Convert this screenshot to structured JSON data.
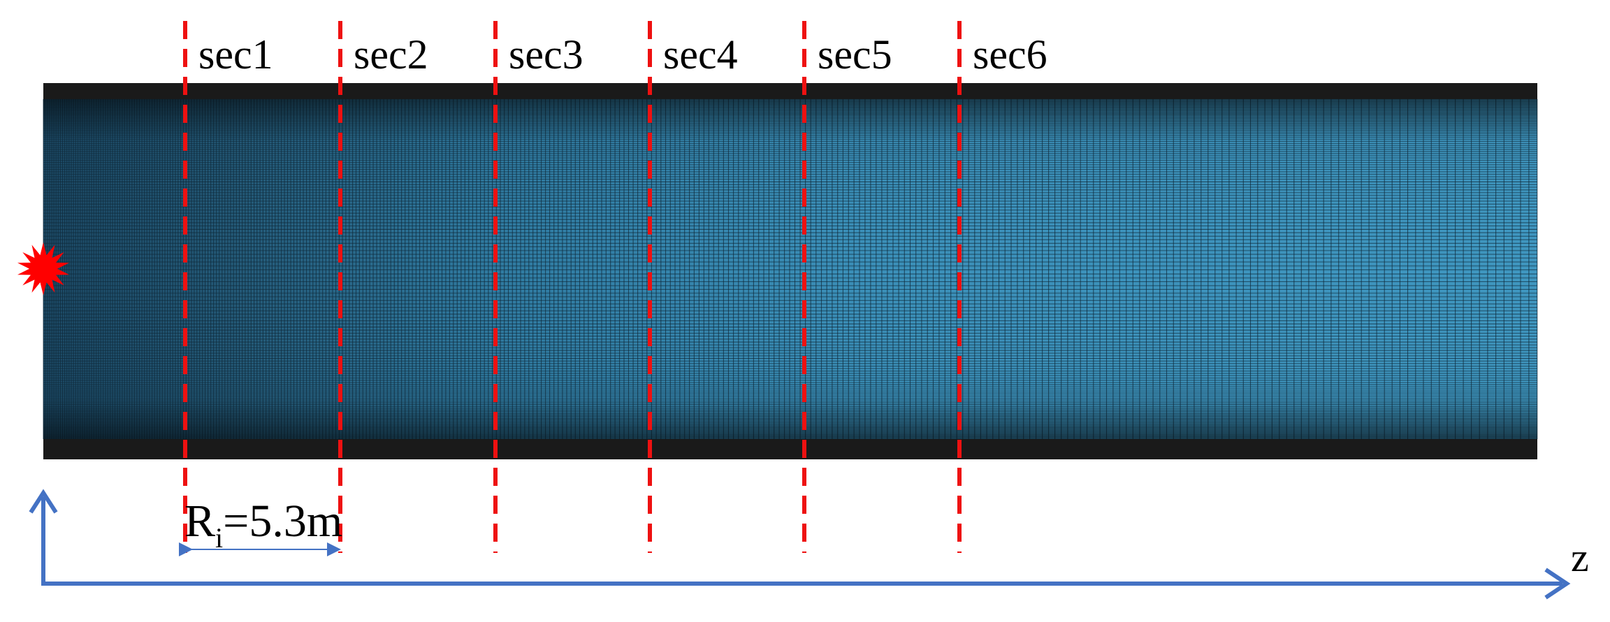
{
  "sections": [
    {
      "label": "sec1"
    },
    {
      "label": "sec2"
    },
    {
      "label": "sec3"
    },
    {
      "label": "sec4"
    },
    {
      "label": "sec5"
    },
    {
      "label": "sec6"
    }
  ],
  "radius_label": {
    "base": "R",
    "sub": "i",
    "rest": "=5.3m"
  },
  "axis_label": "z",
  "colors": {
    "mesh_background": "#3d8fb5",
    "mesh_line": "#0f2a3a",
    "wall": "#1a1a1a",
    "section_line": "#ee1111",
    "axis": "#4472c4",
    "explosion": "#ff0000",
    "dimension_arrow": "#4472c4"
  },
  "icons": {
    "explosion": "explosion-star-icon"
  }
}
